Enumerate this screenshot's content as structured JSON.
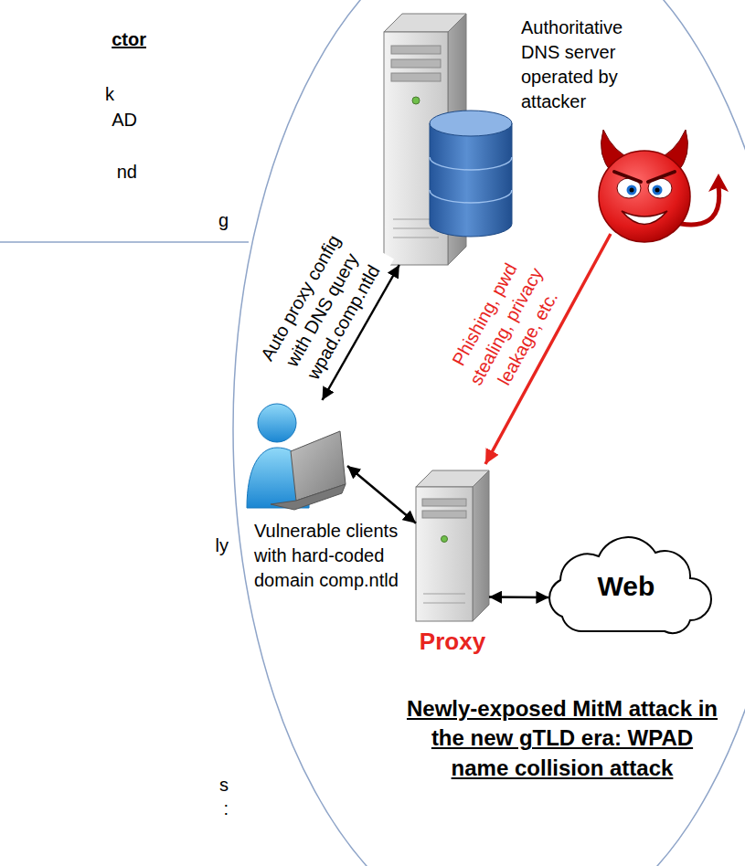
{
  "diagram": {
    "title": "Newly-exposed MitM attack in the new gTLD era: WPAD name collision attack",
    "nodes": [
      {
        "text": [
          "Authoritative DNS server operated by attacker"
        ]
      },
      {
        "text": [
          "Vulnerable clients with hard-coded domain comp.ntld"
        ]
      },
      {
        "text": [
          "Proxy"
        ]
      },
      {
        "text": [
          "Web"
        ]
      }
    ],
    "edges": [
      {
        "from": 1,
        "to": 0,
        "arrow": "both",
        "label": "Auto proxy config with DNS query wpad.comp.ntld"
      },
      {
        "from": 1,
        "to": 2,
        "arrow": "both"
      },
      {
        "from": 2,
        "to": 3,
        "arrow": "both"
      }
    ],
    "labels": [
      "ctor",
      "k",
      "AD",
      "nd",
      "g",
      "ly",
      "s",
      ":",
      "Phishing, pwd stealing, privacy leakage, etc."
    ]
  }
}
